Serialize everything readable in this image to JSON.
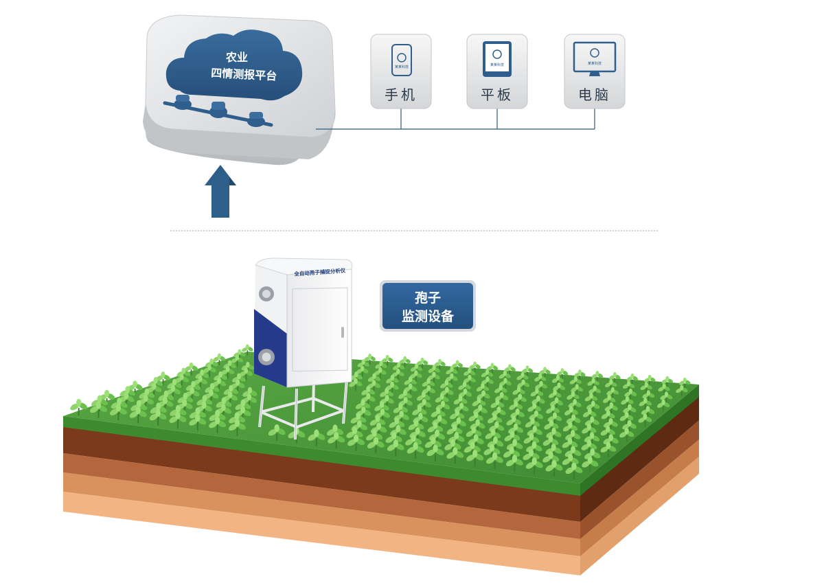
{
  "platform": {
    "line1": "农业",
    "line2": "四情测报平台"
  },
  "devices": [
    {
      "label": "手机",
      "icon": "phone-icon",
      "screen_text": "某某科技"
    },
    {
      "label": "平板",
      "icon": "tablet-icon",
      "screen_text": "某某科技"
    },
    {
      "label": "电脑",
      "icon": "monitor-icon",
      "screen_text": "某某科技"
    }
  ],
  "equipment": {
    "cabinet_label": "全自动孢子捕捉分析仪",
    "tag_line1": "孢子",
    "tag_line2": "监测设备"
  },
  "colors": {
    "cloud": "#2f5e8c",
    "arrow": "#2e5f8a",
    "grass": "#4c9a3a",
    "soil_dark": "#7a3a1c",
    "soil_light": "#f2b483",
    "tag_bg": "#2a5a88"
  }
}
